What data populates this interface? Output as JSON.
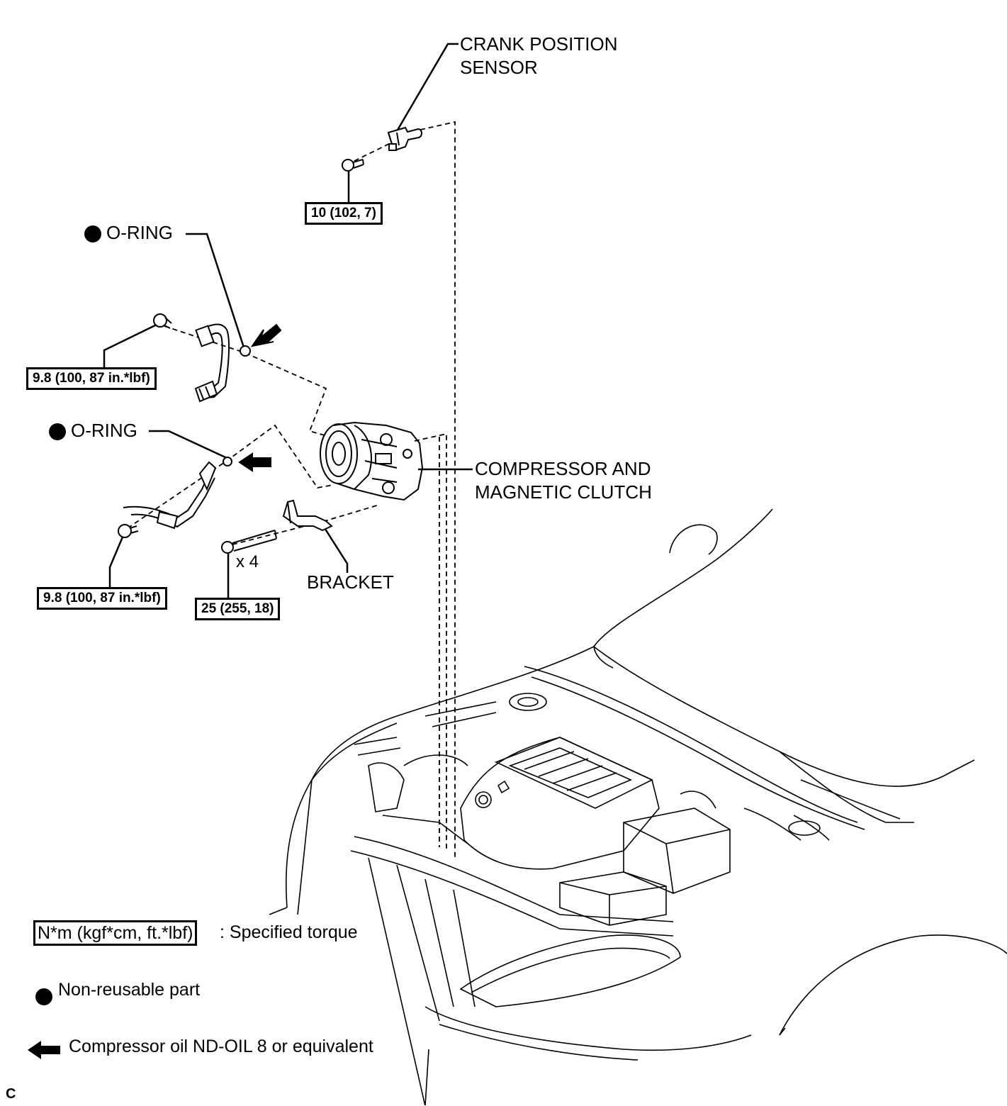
{
  "labels": {
    "crank_sensor_line1": "CRANK POSITION",
    "crank_sensor_line2": "SENSOR",
    "oring_upper": "O-RING",
    "oring_lower": "O-RING",
    "compressor_line1": "COMPRESSOR AND",
    "compressor_line2": "MAGNETIC CLUTCH",
    "bracket": "BRACKET",
    "bolt_count": "x 4"
  },
  "torques": {
    "crank_sensor_bolt": "10 (102, 7)",
    "upper_hose_bolt": "9.8 (100, 87 in.*lbf)",
    "lower_hose_bolt": "9.8 (100, 87 in.*lbf)",
    "bracket_bolts": "25 (255, 18)"
  },
  "legend": {
    "torque_unit": "N*m (kgf*cm, ft.*lbf)",
    "torque_desc": ": Specified torque",
    "non_reusable": "Non-reusable part",
    "compressor_oil": "Compressor oil ND-OIL 8 or equivalent"
  },
  "corner_code": "C"
}
